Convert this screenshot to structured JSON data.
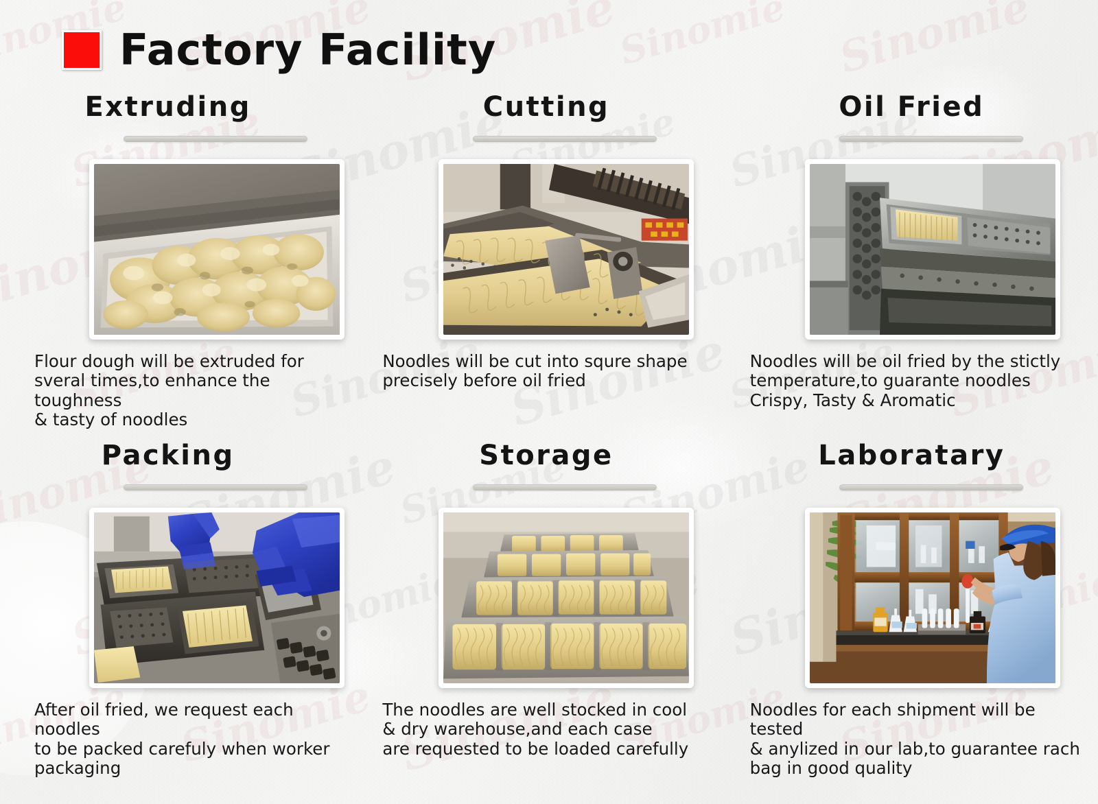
{
  "header": {
    "title": "Factory Facility",
    "mark_color": "#fb0d09",
    "mark_name": "red-square-bullet"
  },
  "watermark": {
    "text": "Sinomie",
    "grey_color": "#787878",
    "red_color": "#be6e6e"
  },
  "sections": [
    {
      "heading": "Extruding",
      "caption": "Flour dough will be extruded for\nsveral times,to enhance the toughness\n& tasty of noodles",
      "photo_name": "photo-extruding-dough-crumbs"
    },
    {
      "heading": "Cutting",
      "caption": "Noodles will be cut into squre shape\nprecisely before oil fried",
      "photo_name": "photo-cutting-noodle-sheets"
    },
    {
      "heading": "Oil Fried",
      "caption": "Noodles will be oil fried by the stictly\ntemperature,to guarante noodles\nCrispy, Tasty & Aromatic",
      "photo_name": "photo-oil-fried-fryer-tray"
    },
    {
      "heading": "Packing",
      "caption": "After oil fried, we request each noodles\nto be packed carefuly when worker\npackaging",
      "photo_name": "photo-packing-gloved-hands"
    },
    {
      "heading": "Storage",
      "caption": "The noodles are well stocked in cool\n& dry warehouse,and each case\nare requested to be loaded carefully",
      "photo_name": "photo-storage-noodle-trays"
    },
    {
      "heading": "Laboratary",
      "caption": "Noodles for each shipment will be tested\n& anylized in our lab,to guarantee rach\nbag in good quality",
      "photo_name": "photo-laboratary-technician"
    }
  ]
}
